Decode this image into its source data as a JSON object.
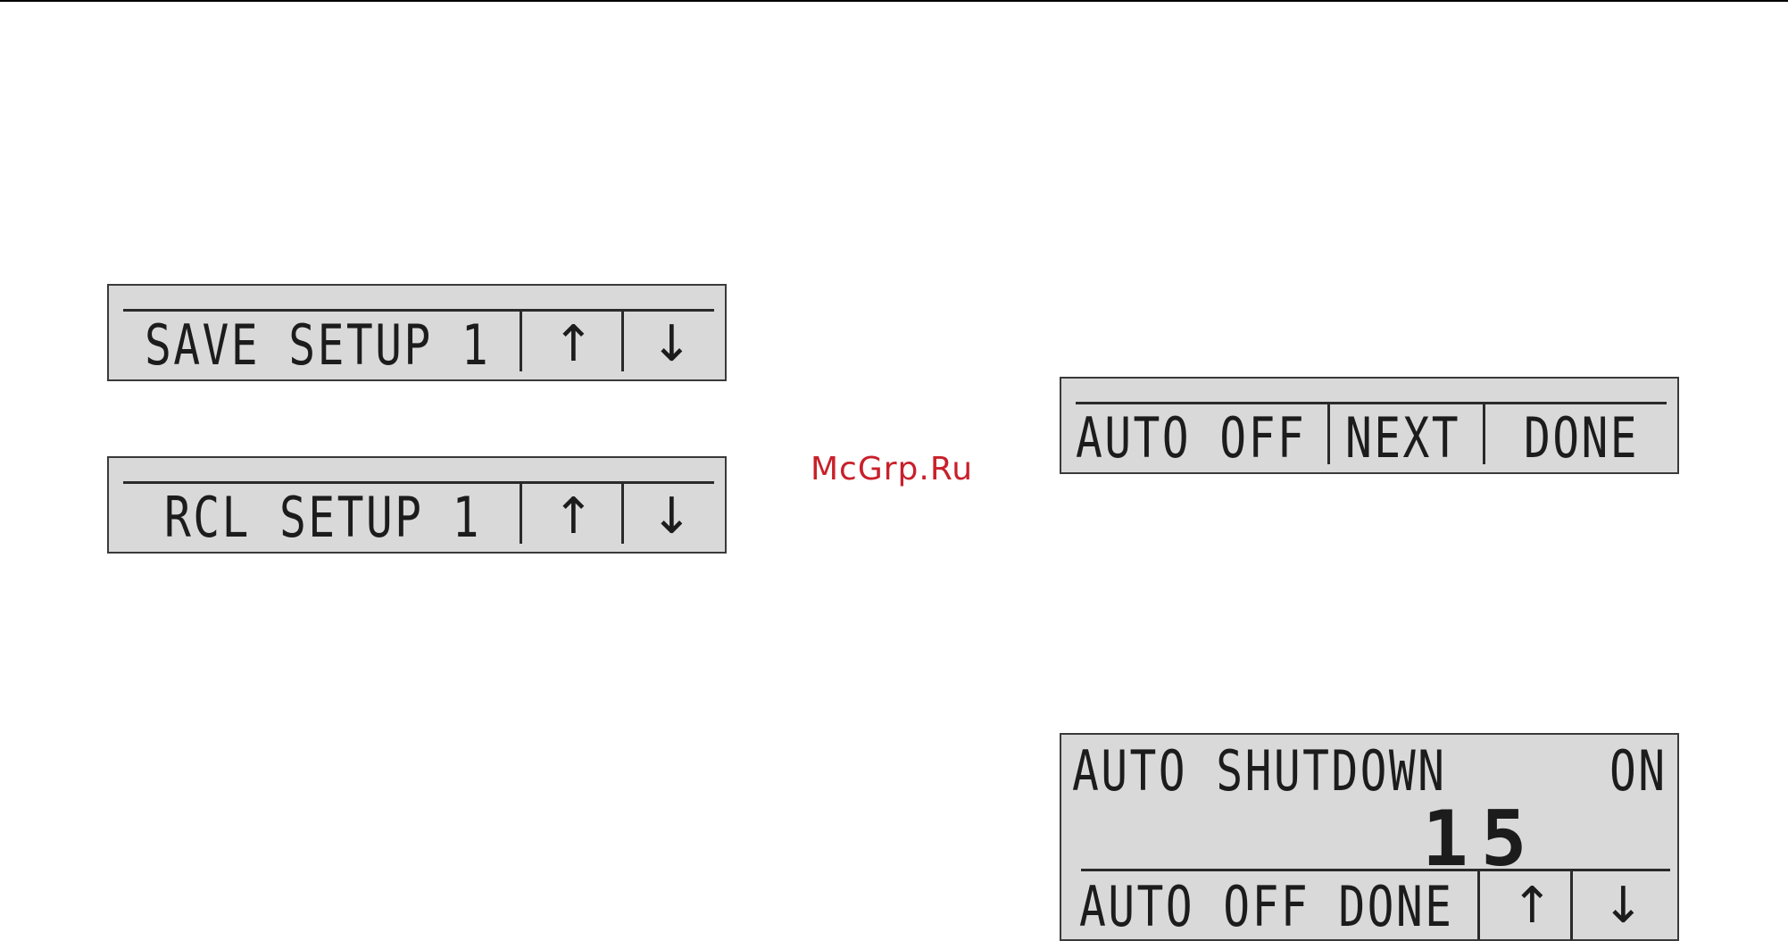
{
  "screens": {
    "save_setup": {
      "label": "SAVE SETUP 1",
      "up": "↑",
      "down": "↓"
    },
    "rcl_setup": {
      "label": "RCL SETUP 1",
      "up": "↑",
      "down": "↓"
    },
    "auto_off": {
      "label": "AUTO OFF",
      "next": "NEXT",
      "done": "DONE"
    },
    "auto_shutdown": {
      "title": "AUTO SHUTDOWN",
      "state": "ON",
      "value": "15",
      "label": "AUTO OFF DONE",
      "up": "↑",
      "down": "↓"
    }
  },
  "watermark": "McGrp.Ru"
}
